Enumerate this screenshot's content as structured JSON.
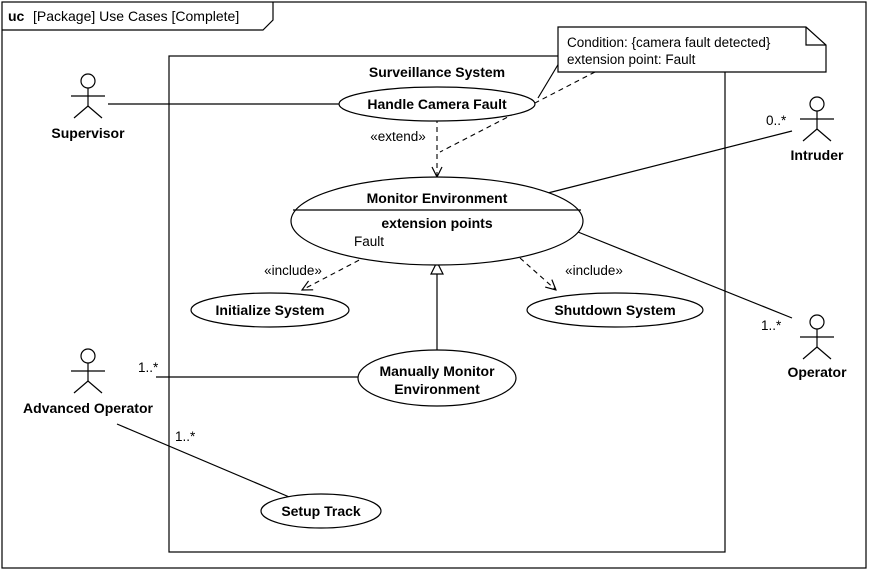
{
  "frame": {
    "keyword": "uc",
    "label": "[Package] Use Cases [Complete]"
  },
  "system": {
    "name": "Surveillance System"
  },
  "note": {
    "line1": "Condition: {camera fault detected}",
    "line2": "extension point: Fault"
  },
  "actors": {
    "supervisor": "Supervisor",
    "intruder": "Intruder",
    "operator": "Operator",
    "advanced_operator": "Advanced Operator"
  },
  "use_cases": {
    "handle_camera_fault": "Handle Camera Fault",
    "monitor_environment": "Monitor Environment",
    "extension_points_heading": "extension points",
    "extension_point_fault": "Fault",
    "initialize_system": "Initialize System",
    "shutdown_system": "Shutdown System",
    "manually_monitor_line1": "Manually Monitor",
    "manually_monitor_line2": "Environment",
    "setup_track": "Setup Track"
  },
  "relationships": {
    "extend": "«extend»",
    "include_left": "«include»",
    "include_right": "«include»"
  },
  "multiplicities": {
    "intruder": "0..*",
    "operator": "1..*",
    "advanced_manual": "1..*",
    "advanced_setup": "1..*"
  }
}
